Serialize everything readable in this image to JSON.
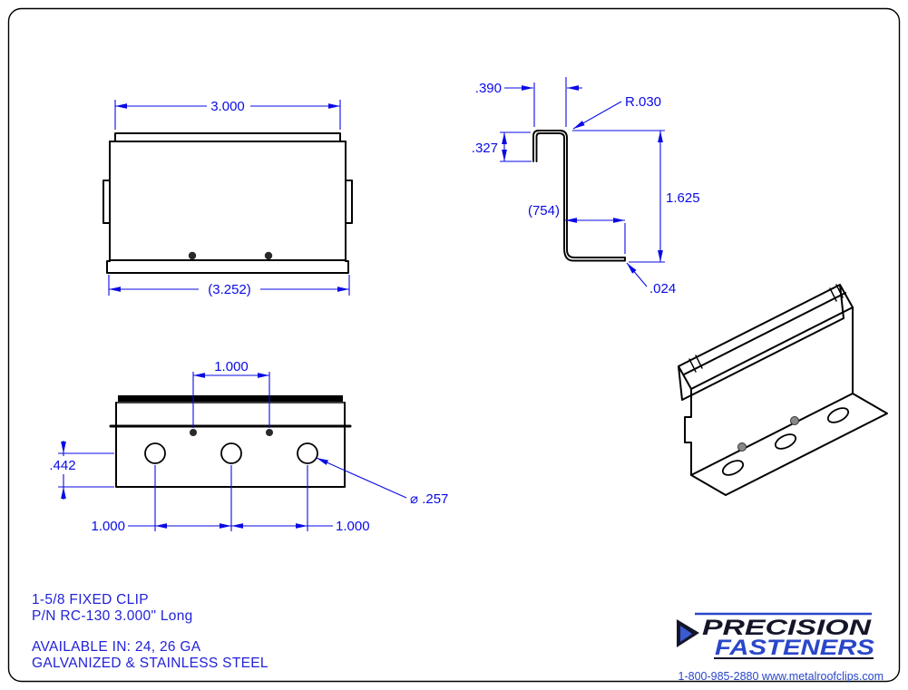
{
  "front_view": {
    "dim_top": "3.000",
    "dim_bottom": "(3.252)"
  },
  "profile_view": {
    "dim_fold_width": ".390",
    "dim_radius": "R.030",
    "dim_lip": ".327",
    "dim_flange": "(754)",
    "dim_height": "1.625",
    "dim_thickness": ".024"
  },
  "hole_view": {
    "dim_dimple_spacing": "1.000",
    "dim_edge_offset": ".442",
    "dim_hole_spacing_left": "1.000",
    "dim_hole_spacing_right": "1.000",
    "dim_hole_diameter": "⌀ .257"
  },
  "notes": {
    "title": "1-5/8 FIXED CLIP",
    "part_number": "P/N RC-130  3.000\" Long",
    "availability": "AVAILABLE IN: 24, 26 GA",
    "materials": "GALVANIZED & STAINLESS STEEL"
  },
  "logo": {
    "line1": "PRECISION",
    "line2": "FASTENERS",
    "contact": "1-800-985-2880 www.metalroofclips.com"
  },
  "colors": {
    "dimension_blue": "#0a0ae6",
    "note_blue": "#2222d8",
    "brand_blue": "#2a47c8",
    "outline_black": "#000000"
  }
}
